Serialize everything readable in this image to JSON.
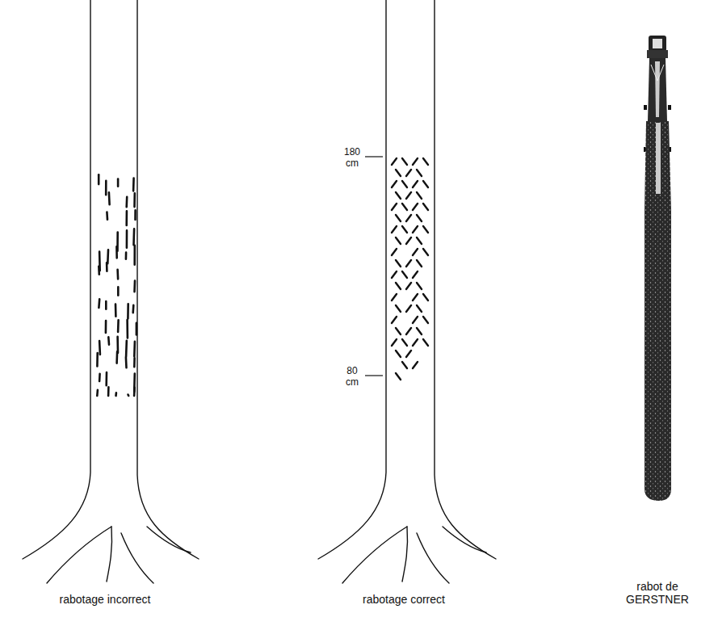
{
  "diagram": {
    "labels": [
      "180 cm",
      "80 cm",
      "rabotage incorrect",
      "rabotage correct",
      "rabot de GERSTNER"
    ]
  }
}
